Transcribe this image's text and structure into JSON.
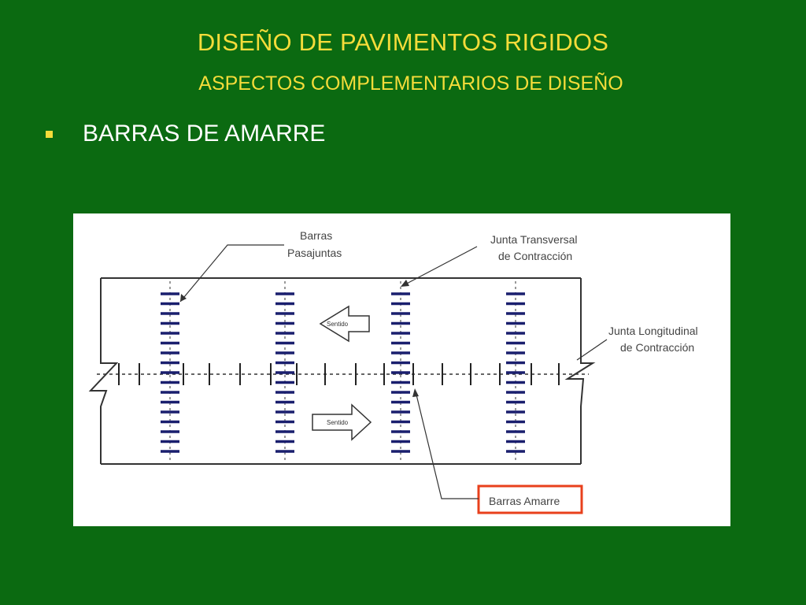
{
  "slide": {
    "title": "DISEÑO DE PAVIMENTOS RIGIDOS",
    "subtitle": "ASPECTOS COMPLEMENTARIOS DE DISEÑO",
    "bullet": "BARRAS DE AMARRE"
  },
  "diagram": {
    "labels": {
      "barras_pasajuntas_1": "Barras",
      "barras_pasajuntas_2": "Pasajuntas",
      "junta_transversal_1": "Junta Transversal",
      "junta_transversal_2": "de Contracción",
      "junta_longitudinal_1": "Junta Longitudinal",
      "junta_longitudinal_2": "de Contracción",
      "barras_amarre": "Barras Amarre",
      "sentido_left": "Sentido",
      "sentido_right": "Sentido"
    },
    "colors": {
      "dowel": "#1a1f6e",
      "highlight_box": "#e8401c",
      "text": "#444444"
    }
  }
}
